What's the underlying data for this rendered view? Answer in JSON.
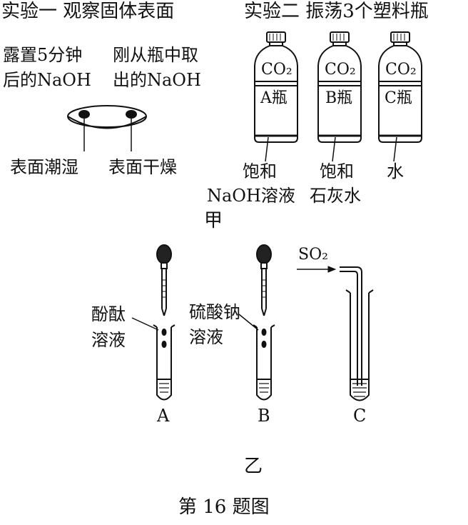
{
  "exp1": {
    "title": "实验一  观察固体表面",
    "left_label_line1": "露置5分钟",
    "left_label_line2": "后的NaOH",
    "right_label_line1": "刚从瓶中取",
    "right_label_line2": "出的NaOH",
    "bottom_left": "表面潮湿",
    "bottom_right": "表面干燥"
  },
  "exp2": {
    "title": "实验二  振荡3个塑料瓶",
    "bottle_gas": "CO₂",
    "bottles": [
      {
        "name": "A瓶",
        "liquid_line1": "饱和",
        "liquid_line2": "NaOH溶液"
      },
      {
        "name": "B瓶",
        "liquid_line1": "饱和",
        "liquid_line2": "石灰水"
      },
      {
        "name": "C瓶",
        "liquid_line1": "水",
        "liquid_line2": ""
      }
    ]
  },
  "caption_jia": "甲",
  "tubes": {
    "A": {
      "reagent_line1": "酚酞",
      "reagent_line2": "溶液",
      "letter": "A"
    },
    "B": {
      "reagent_line1": "硫酸钠",
      "reagent_line2": "溶液",
      "letter": "B"
    },
    "C": {
      "gas": "SO₂",
      "letter": "C"
    }
  },
  "caption_yi": "乙",
  "figure_caption": "第 16 题图"
}
